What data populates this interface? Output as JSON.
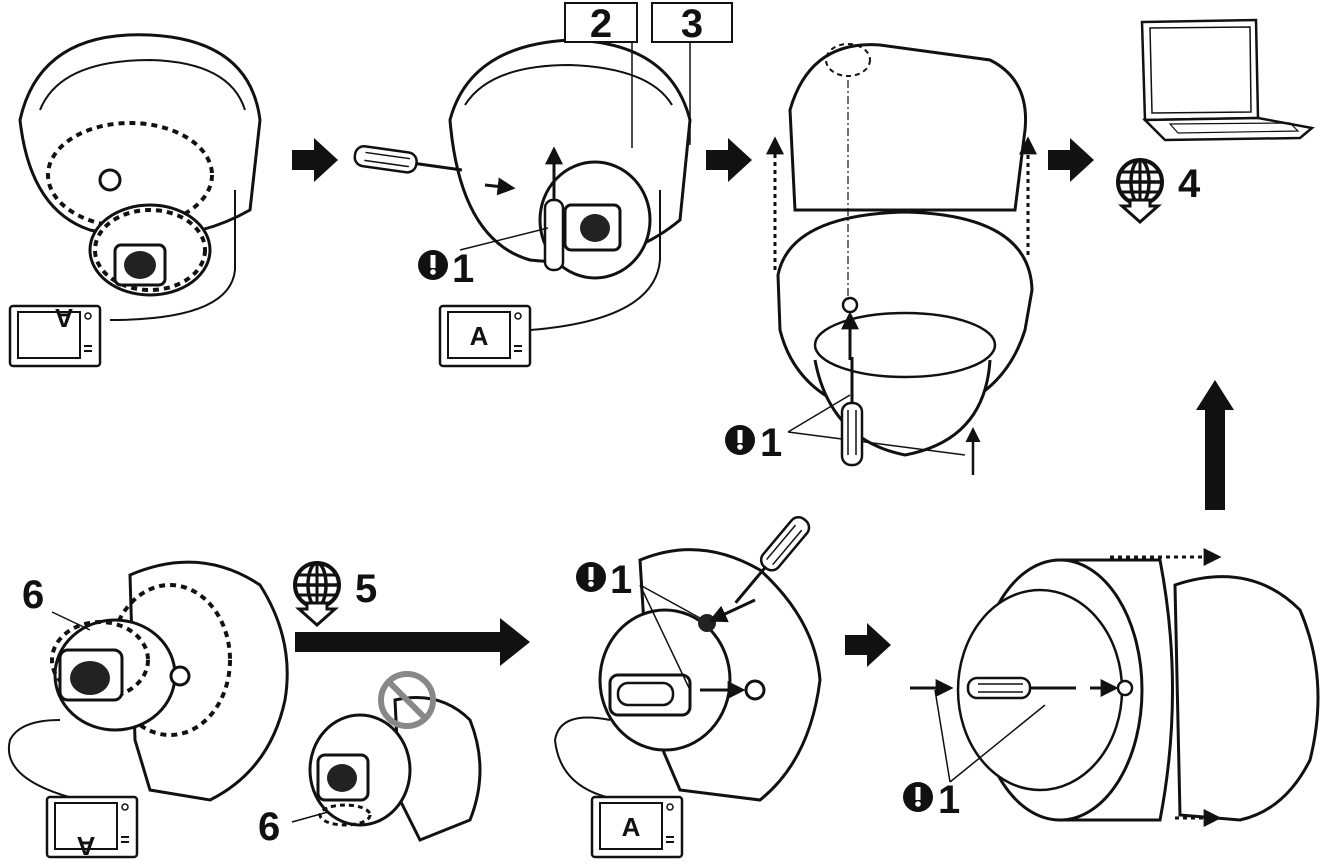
{
  "colors": {
    "ink": "#111111",
    "fill": "#ffffff",
    "prohibit": "#888888",
    "soft": "#d9d9d9"
  },
  "icons": [
    "globe-download-icon",
    "warning-icon",
    "prohibited-icon",
    "laptop-icon",
    "screwdriver-icon",
    "monitor-icon"
  ],
  "callouts": {
    "part2": "2",
    "part3": "3",
    "step4": "4",
    "step5": "5",
    "lens6": "6",
    "warn1": "1"
  },
  "monitor_letter": "A",
  "monitor_letter_flipped": "A"
}
